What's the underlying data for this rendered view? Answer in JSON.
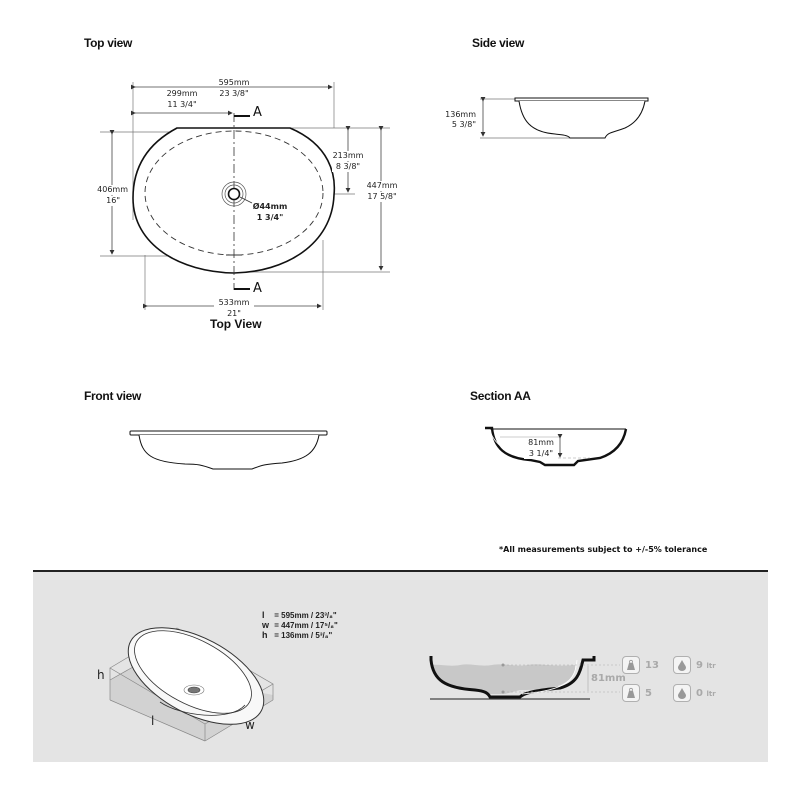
{
  "views": {
    "top": {
      "title": "Top view",
      "caption": "Top View",
      "overall_length": {
        "mm": "595mm",
        "in": "23 3/8\""
      },
      "drain_offset_x": {
        "mm": "299mm",
        "in": "11 3/4\""
      },
      "inner_length": {
        "mm": "533mm",
        "in": "21\""
      },
      "inner_width": {
        "mm": "406mm",
        "in": "16\""
      },
      "drain_offset_y": {
        "mm": "213mm",
        "in": "8 3/8\""
      },
      "overall_width": {
        "mm": "447mm",
        "in": "17 5/8\""
      },
      "drain_diameter": {
        "mm": "Ø44mm",
        "in": "1 3/4\""
      },
      "section_marker": "A"
    },
    "side": {
      "title": "Side view",
      "height": {
        "mm": "136mm",
        "in": "5 3/8\""
      }
    },
    "front": {
      "title": "Front view"
    },
    "section": {
      "title": "Section AA",
      "depth": {
        "mm": "81mm",
        "in": "3 1/4\""
      }
    }
  },
  "tolerance_note": "*All measurements subject to +/-5% tolerance",
  "summary": {
    "specs": [
      {
        "key": "l",
        "value": "595mm / 23³/₈\""
      },
      {
        "key": "w",
        "value": "447mm / 17⁵/₈\""
      },
      {
        "key": "h",
        "value": "136mm / 5³/₈\""
      }
    ],
    "iso_labels": {
      "h": "h",
      "l": "l",
      "w": "w"
    },
    "water_depth": "81mm",
    "stats": {
      "full": {
        "weight": "13",
        "weight_icon": "kg-weight-icon",
        "volume": "9",
        "volume_unit": "ltr",
        "volume_icon": "water-drop-icon"
      },
      "empty": {
        "weight": "5",
        "weight_icon": "kg-weight-icon",
        "volume": "0",
        "volume_unit": "ltr",
        "volume_icon": "water-drop-icon"
      }
    },
    "colors": {
      "panel_bg": "#e4e4e4",
      "water": "#c8c8c8",
      "stat_grey": "#a9a9a9"
    }
  }
}
